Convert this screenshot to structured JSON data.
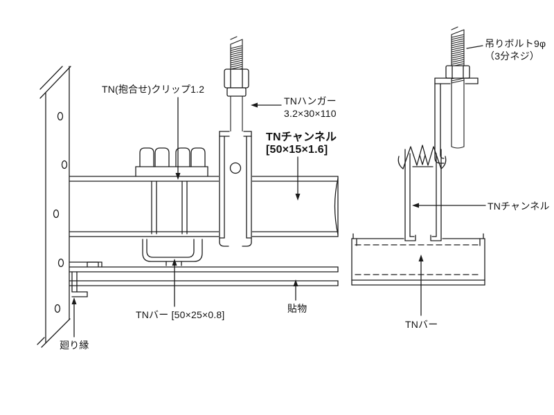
{
  "colors": {
    "line": "#1a1a1a",
    "background": "#ffffff"
  },
  "labels": {
    "clip": "TN(抱合せ)クリップ1.2",
    "hanger_name": "TNハンガー",
    "hanger_size": "3.2×30×110",
    "channel_main_name": "TNチャンネル",
    "channel_main_size": "[50×15×1.6]",
    "bolt_name": "吊りボルト9φ",
    "bolt_size": "（3分ネジ）",
    "channel_right": "TNチャンネル",
    "bar_left": "TNバー [50×25×0.8]",
    "board": "貼物",
    "bar_right": "TNバー",
    "molding": "廻り縁"
  }
}
